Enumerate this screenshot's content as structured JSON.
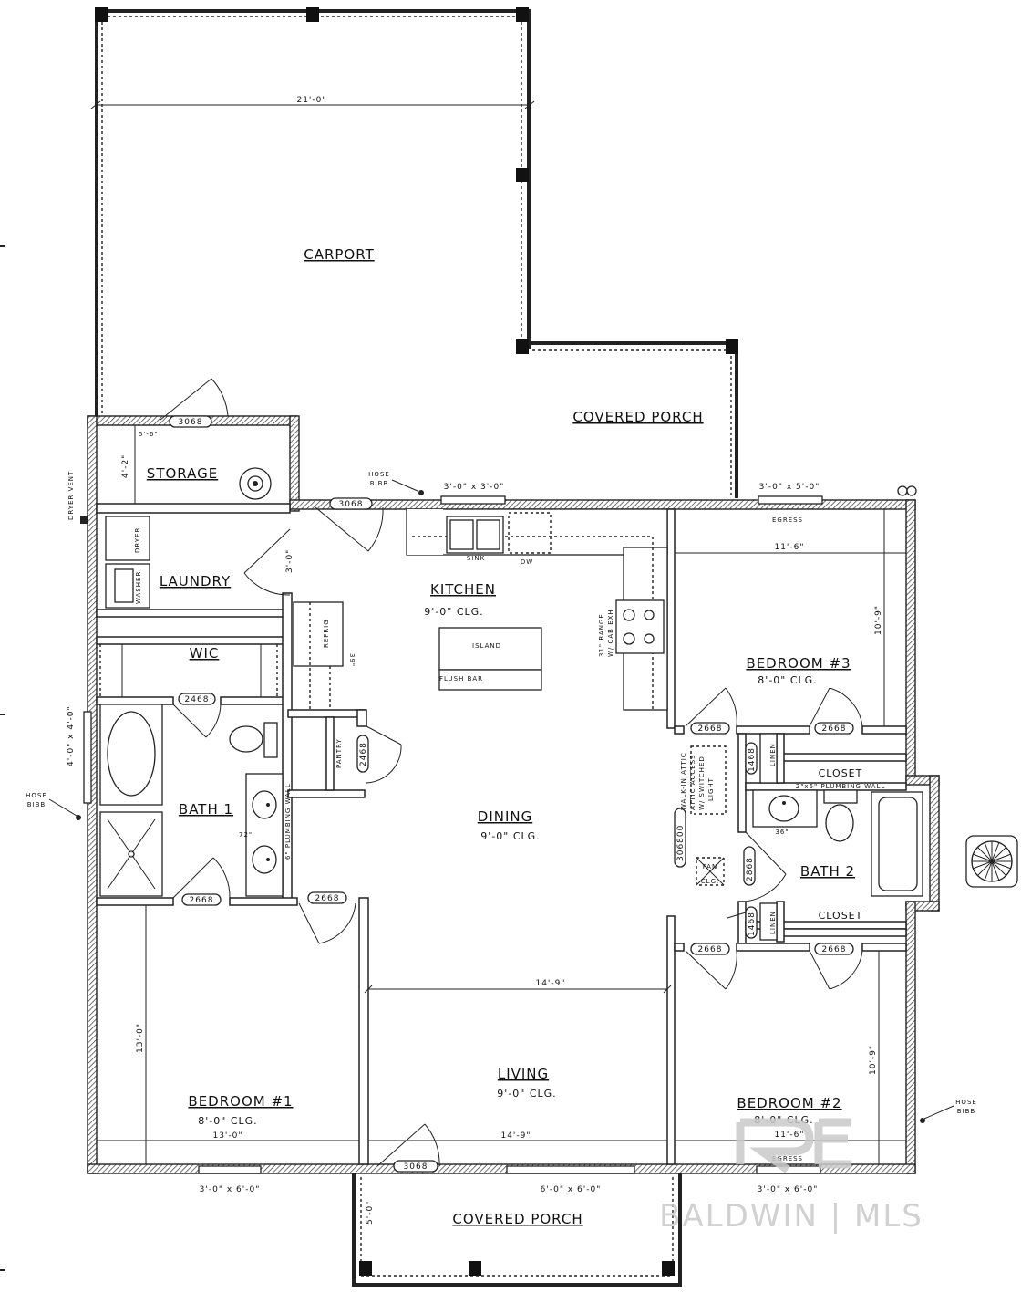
{
  "rooms": {
    "carport": "CARPORT",
    "covered_porch_top": "COVERED PORCH",
    "covered_porch_bottom": "COVERED PORCH",
    "storage": "STORAGE",
    "laundry": "LAUNDRY",
    "wic": "WIC",
    "bath1": "BATH 1",
    "kitchen": "KITCHEN",
    "kitchen_clg": "9'-0\" CLG.",
    "dining": "DINING",
    "dining_clg": "9'-0\" CLG.",
    "living": "LIVING",
    "living_clg": "9'-0\" CLG.",
    "bedroom1": "BEDROOM #1",
    "bedroom1_clg": "8'-0\" CLG.",
    "bedroom2": "BEDROOM #2",
    "bedroom2_clg": "8'-0\" CLG.",
    "bedroom3": "BEDROOM #3",
    "bedroom3_clg": "8'-0\" CLG.",
    "bath2": "BATH 2",
    "closet_top": "CLOSET",
    "closet_bottom": "CLOSET",
    "pantry": "PANTRY"
  },
  "fixtures": {
    "island": "ISLAND",
    "flush_bar": "FLUSH BAR",
    "sink": "SINK",
    "dw": "DW",
    "dryer": "DRYER",
    "washer": "WASHER",
    "refrig": "REFRIG",
    "refrig_width": "39\"",
    "range": "31\" RANGE",
    "range_exh": "W/ CAB EXH",
    "linen_top": "LINEN",
    "linen_bottom": "LINEN",
    "plumbing_wall_bath1": "6\" PLUMBING WALL",
    "plumbing_wall_bath2": "2\"x6\" PLUMBING WALL",
    "attic_line1": "WALK-IN ATTIC",
    "attic_line2": "ATTIC ACCESS",
    "attic_line3": "W/ SWITCHED",
    "attic_line4": "LIGHT",
    "vanity_72": "72\"",
    "vanity_36": "36\"",
    "dryer_vent": "DRYER VENT",
    "fan_clg_1": "FAN",
    "fan_clg_2": "CLG."
  },
  "dimensions": {
    "carport_width": "21'-0\"",
    "storage_depth": "4'-2\"",
    "storage_width": "5'-6\"",
    "laundry_door": "3'-0\"",
    "bedroom3_width": "11'-6\"",
    "bedroom3_depth": "10'-9\"",
    "living_width_mid": "14'-9\"",
    "living_width_bottom": "14'-9\"",
    "bedroom1_depth": "13'-0\"",
    "bedroom1_width": "13'-0\"",
    "bedroom2_depth": "10'-9\"",
    "bedroom2_width": "11'-6\"",
    "porch_depth": "5'-0\""
  },
  "windows": {
    "kitchen": "3'-0\" x 3'-0\"",
    "bedroom3": "3'-0\" x 5'-0\"",
    "bath1": "4'-0\" x 4'-0\"",
    "bedroom1": "3'-0\" x 6'-0\"",
    "living": "6'-0\" x 6'-0\"",
    "bedroom2": "3'-0\" x 6'-0\"",
    "egress_top": "EGRESS",
    "egress_bottom": "EGRESS"
  },
  "doors": {
    "storage": "3068",
    "kitchen_entry": "3068",
    "wic": "2468",
    "pantry": "2468",
    "bath1": "2668",
    "bedroom1": "2668",
    "bedroom3_a": "2668",
    "bedroom3_closet": "2668",
    "linen_top": "1468",
    "bath2": "2868",
    "linen_bottom": "1468",
    "bedroom2_a": "2668",
    "bedroom2_closet": "2668",
    "front": "3068",
    "hall_double": "306800"
  },
  "notes": {
    "hose_bibb_top_1": "HOSE",
    "hose_bibb_top_2": "BIBB",
    "hose_bibb_left_1": "HOSE",
    "hose_bibb_left_2": "BIBB",
    "hose_bibb_right_1": "HOSE",
    "hose_bibb_right_2": "BIBB"
  },
  "watermark": "BALDWIN | MLS",
  "colors": {
    "line": "#222222",
    "background": "#ffffff",
    "watermark": "#c9c9c9"
  }
}
